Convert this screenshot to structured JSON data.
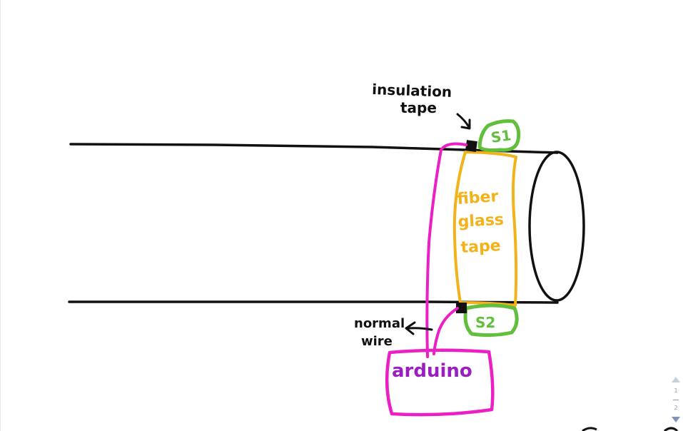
{
  "labels": {
    "insulation_line1": "insulation",
    "insulation_line2": "tape",
    "fiberglass_line1": "fiber",
    "fiberglass_line2": "glass",
    "fiberglass_line3": "tape",
    "sensor1": "S1",
    "sensor2": "S2",
    "normal_wire_line1": "normal",
    "normal_wire_line2": "wire",
    "arduino": "arduino"
  },
  "page_nav": {
    "current": "1",
    "total": "2"
  },
  "colors": {
    "ink": "#111111",
    "wire": "#ec1fc4",
    "fiberglass": "#f2b21a",
    "sensor": "#61bf3c",
    "arduino_text": "#9b1fc0"
  }
}
